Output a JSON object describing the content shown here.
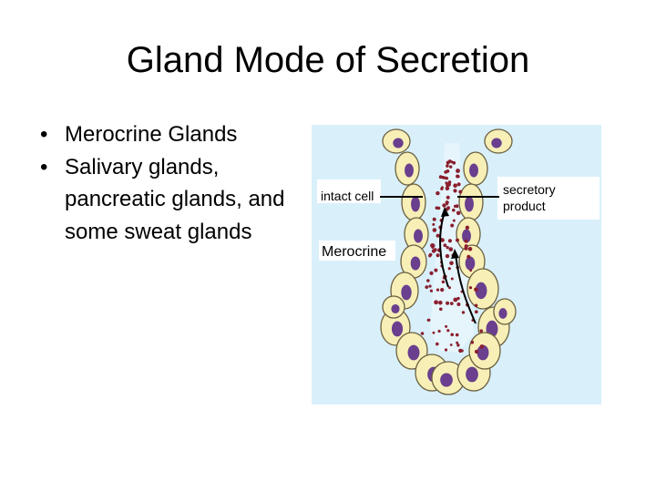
{
  "slide": {
    "title": "Gland Mode of Secretion",
    "bullets": [
      "Merocrine Glands",
      "Salivary glands, pancreatic glands, and some sweat glands"
    ]
  },
  "figure": {
    "label_intact_cell": "intact cell",
    "label_secretory_line1": "secretory",
    "label_secretory_line2": "product",
    "label_mode": "Merocrine",
    "colors": {
      "background": "#d9f0fb",
      "cell_fill": "#f7efb6",
      "cell_stroke": "#6b6040",
      "nucleus": "#6a3f8e",
      "granule": "#8a1f2e"
    }
  }
}
